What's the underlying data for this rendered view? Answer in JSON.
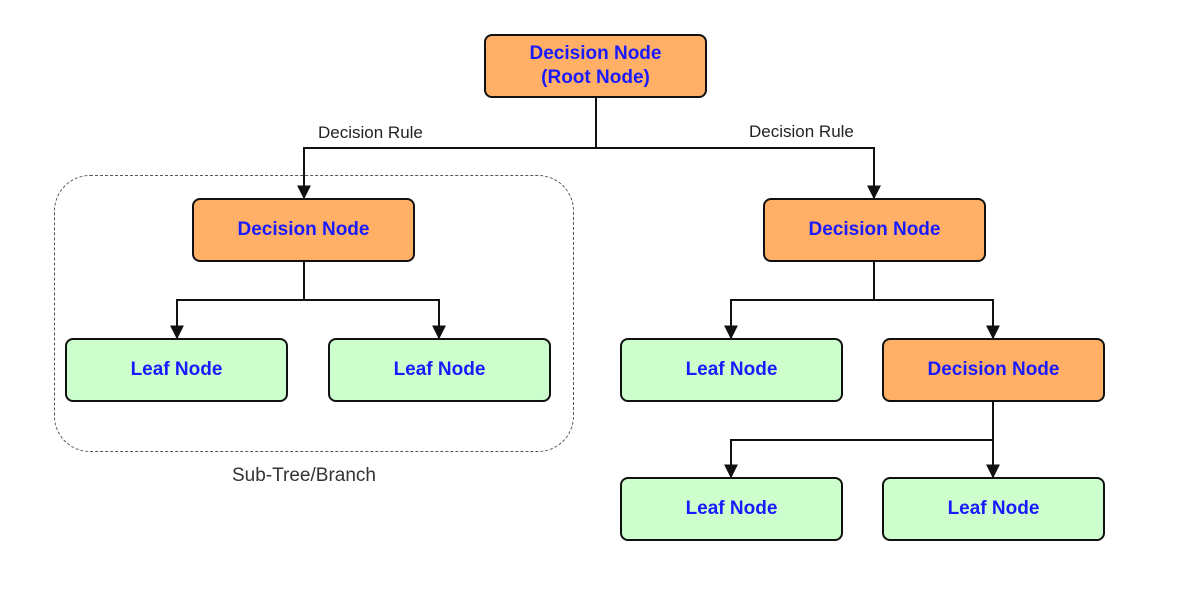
{
  "colors": {
    "decision_fill": "#ffb066",
    "leaf_fill": "#ccffcc",
    "node_text": "#1a1aff",
    "edge": "#111111"
  },
  "labels": {
    "rule_left": "Decision Rule",
    "rule_right": "Decision Rule",
    "subtree": "Sub-Tree/Branch"
  },
  "nodes": [
    {
      "id": "root",
      "kind": "decision",
      "text": "Decision Node\n(Root Node)"
    },
    {
      "id": "decision-left",
      "kind": "decision",
      "text": "Decision Node"
    },
    {
      "id": "decision-right",
      "kind": "decision",
      "text": "Decision Node"
    },
    {
      "id": "leaf-left-1",
      "kind": "leaf",
      "text": "Leaf Node"
    },
    {
      "id": "leaf-left-2",
      "kind": "leaf",
      "text": "Leaf Node"
    },
    {
      "id": "leaf-right-1",
      "kind": "leaf",
      "text": "Leaf Node"
    },
    {
      "id": "decision-right-2",
      "kind": "decision",
      "text": "Decision Node"
    },
    {
      "id": "leaf-bottom-1",
      "kind": "leaf",
      "text": "Leaf Node"
    },
    {
      "id": "leaf-bottom-2",
      "kind": "leaf",
      "text": "Leaf Node"
    }
  ],
  "edges": [
    {
      "from": "root",
      "to": "decision-left"
    },
    {
      "from": "root",
      "to": "decision-right"
    },
    {
      "from": "decision-left",
      "to": "leaf-left-1"
    },
    {
      "from": "decision-left",
      "to": "leaf-left-2"
    },
    {
      "from": "decision-right",
      "to": "leaf-right-1"
    },
    {
      "from": "decision-right",
      "to": "decision-right-2"
    },
    {
      "from": "decision-right-2",
      "to": "leaf-bottom-1"
    },
    {
      "from": "decision-right-2",
      "to": "leaf-bottom-2"
    }
  ]
}
